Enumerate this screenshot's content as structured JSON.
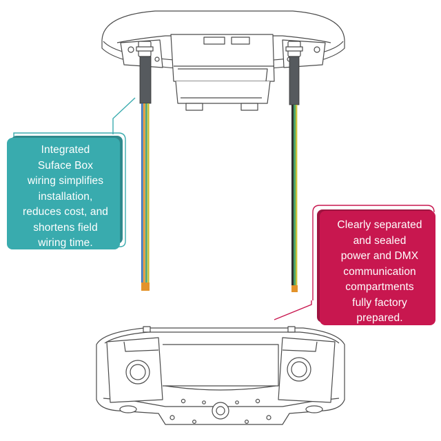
{
  "callouts": {
    "left": {
      "lines": [
        "Integrated",
        "Suface Box",
        "wiring simplifies",
        "installation,",
        "reduces cost, and",
        "shortens field",
        "wiring time."
      ]
    },
    "right": {
      "lines": [
        "Clearly separated",
        "and sealed",
        "power and DMX",
        "communication",
        "compartments",
        "fully factory",
        "prepared."
      ]
    }
  },
  "colors": {
    "teal": "#39abae",
    "teal_shadow": "#2f898c",
    "crimson": "#c8174f",
    "crimson_shadow": "#9e1440",
    "line_art": "#4a4a4a",
    "cable_sleeve": "#565a5e",
    "wire_orange": "#e3932a",
    "wire_green": "#4aa36a",
    "wire_blue": "#3b6fb6",
    "wire_yellow": "#c9c13a"
  }
}
